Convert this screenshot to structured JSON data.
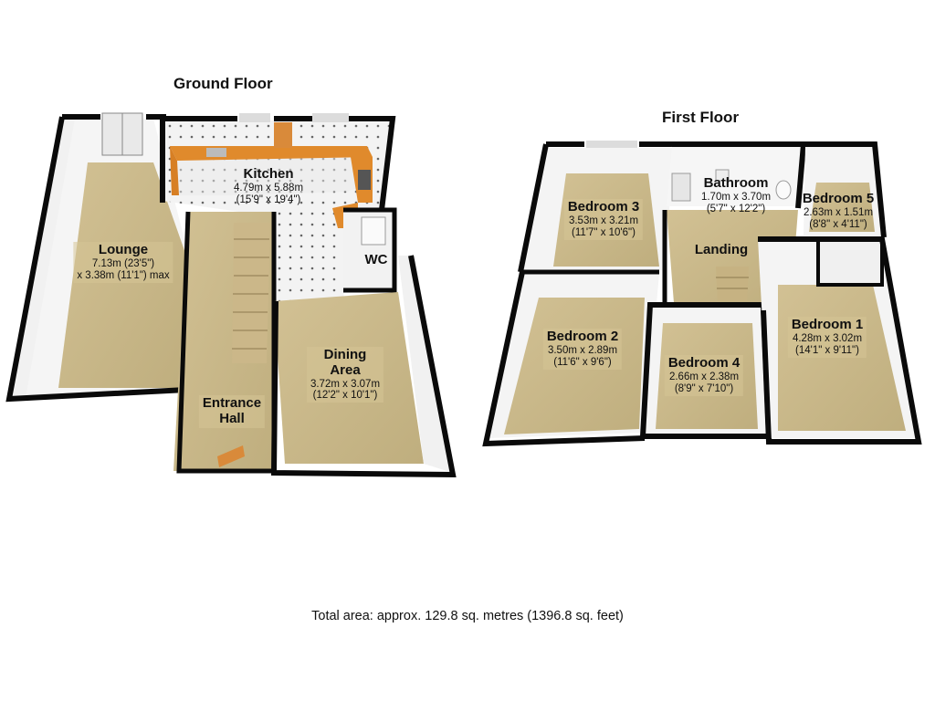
{
  "headings": {
    "ground_floor": "Ground Floor",
    "first_floor": "First Floor"
  },
  "ground_floor_rooms": {
    "lounge": {
      "name": "Lounge",
      "dims1": "7.13m (23'5\")",
      "dims2": "x 3.38m (11'1\") max"
    },
    "kitchen": {
      "name": "Kitchen",
      "dims1": "4.79m x 5.88m",
      "dims2": "(15'9\" x 19'4\")"
    },
    "wc": {
      "name": "WC"
    },
    "dining": {
      "name1": "Dining",
      "name2": "Area",
      "dims1": "3.72m x 3.07m",
      "dims2": "(12'2\" x 10'1\")"
    },
    "entrance": {
      "name1": "Entrance",
      "name2": "Hall"
    }
  },
  "first_floor_rooms": {
    "bedroom3": {
      "name": "Bedroom 3",
      "dims1": "3.53m x 3.21m",
      "dims2": "(11'7\" x 10'6\")"
    },
    "bathroom": {
      "name": "Bathroom",
      "dims1": "1.70m x 3.70m",
      "dims2": "(5'7\" x 12'2\")"
    },
    "bedroom5": {
      "name": "Bedroom 5",
      "dims1": "2.63m x 1.51m",
      "dims2": "(8'8\" x 4'11\")"
    },
    "landing": {
      "name": "Landing"
    },
    "bedroom2": {
      "name": "Bedroom 2",
      "dims1": "3.50m x 2.89m",
      "dims2": "(11'6\" x 9'6\")"
    },
    "bedroom4": {
      "name": "Bedroom 4",
      "dims1": "2.66m x 2.38m",
      "dims2": "(8'9\" x 7'10\")"
    },
    "bedroom1": {
      "name": "Bedroom 1",
      "dims1": "4.28m x 3.02m",
      "dims2": "(14'1\" x 9'11\")"
    }
  },
  "total_area": "Total area: approx. 129.8 sq. metres (1396.8 sq. feet)",
  "colors": {
    "wall_top": "#0a0a0a",
    "wall_face": "#f4f4f4",
    "carpet": "#c9b88a",
    "kitchen_tile": "#f2f2f2",
    "worktop": "#e08a2c",
    "door": "#d98a3a"
  }
}
